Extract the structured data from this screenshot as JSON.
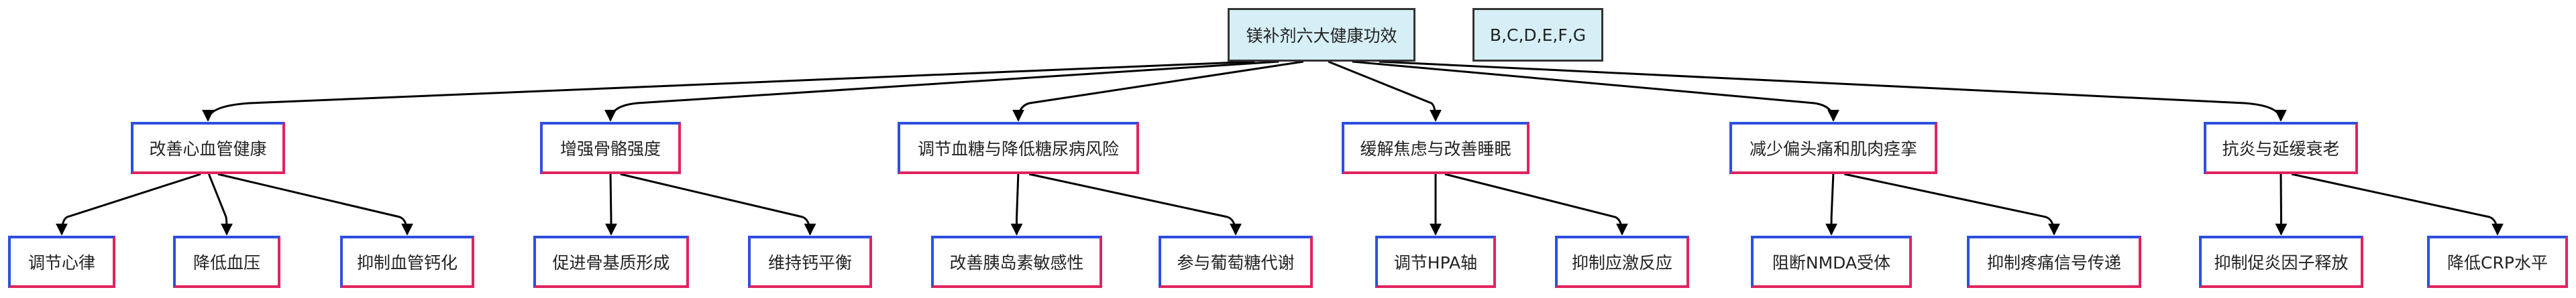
{
  "root": {
    "label": "镁补剂六大健康功效"
  },
  "side_node": {
    "label": "B,C,D,E,F,G"
  },
  "categories": [
    {
      "label": "改善心血管健康",
      "children": [
        "调节心律",
        "降低血压",
        "抑制血管钙化"
      ]
    },
    {
      "label": "增强骨骼强度",
      "children": [
        "促进骨基质形成",
        "维持钙平衡"
      ]
    },
    {
      "label": "调节血糖与降低糖尿病风险",
      "children": [
        "改善胰岛素敏感性",
        "参与葡萄糖代谢"
      ]
    },
    {
      "label": "缓解焦虑与改善睡眠",
      "children": [
        "调节HPA轴",
        "抑制应激反应"
      ]
    },
    {
      "label": "减少偏头痛和肌肉痉挛",
      "children": [
        "阻断NMDA受体",
        "抑制疼痛信号传递"
      ]
    },
    {
      "label": "抗炎与延缓衰老",
      "children": [
        "抑制促炎因子释放",
        "降低CRP水平"
      ]
    }
  ],
  "colors": {
    "stroke": "#000000",
    "root_fill": "#d6eff6",
    "border_blue": "#2d4fe0",
    "border_red": "#e0245e"
  }
}
